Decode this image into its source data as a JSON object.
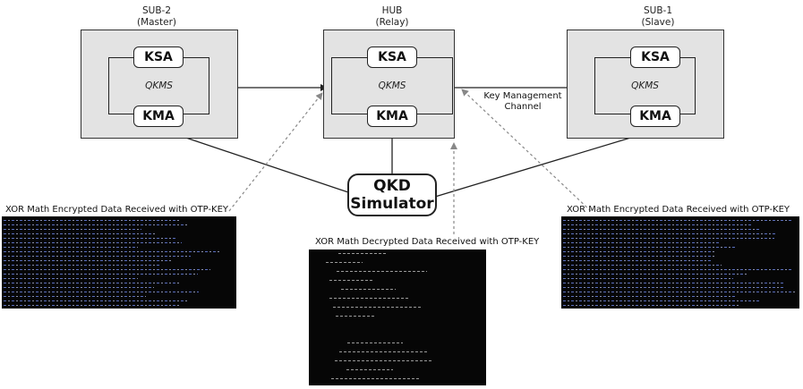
{
  "nodes": {
    "sub2": {
      "title_line1": "SUB-2",
      "title_line2": "(Master)",
      "ksa": "KSA",
      "qkms": "QKMS",
      "kma": "KMA"
    },
    "hub": {
      "title_line1": "HUB",
      "title_line2": "(Relay)",
      "ksa": "KSA",
      "qkms": "QKMS",
      "kma": "KMA"
    },
    "sub1": {
      "title_line1": "SUB-1",
      "title_line2": "(Slave)",
      "ksa": "KSA",
      "qkms": "QKMS",
      "kma": "KMA"
    }
  },
  "qkd": {
    "line1": "QKD",
    "line2": "Simulator"
  },
  "channel": {
    "line1": "Key Management",
    "line2": "Channel"
  },
  "captions": {
    "left": "XOR Math Encrypted Data Received with OTP-KEY",
    "center": "XOR Math Decrypted Data Received with OTP-KEY",
    "right": "XOR Math Encrypted Data Received with OTP-KEY"
  },
  "colors": {
    "box_fill": "#e3e3e3",
    "terminal_bg": "#060606",
    "terminal_text": "#5a6fc0"
  }
}
